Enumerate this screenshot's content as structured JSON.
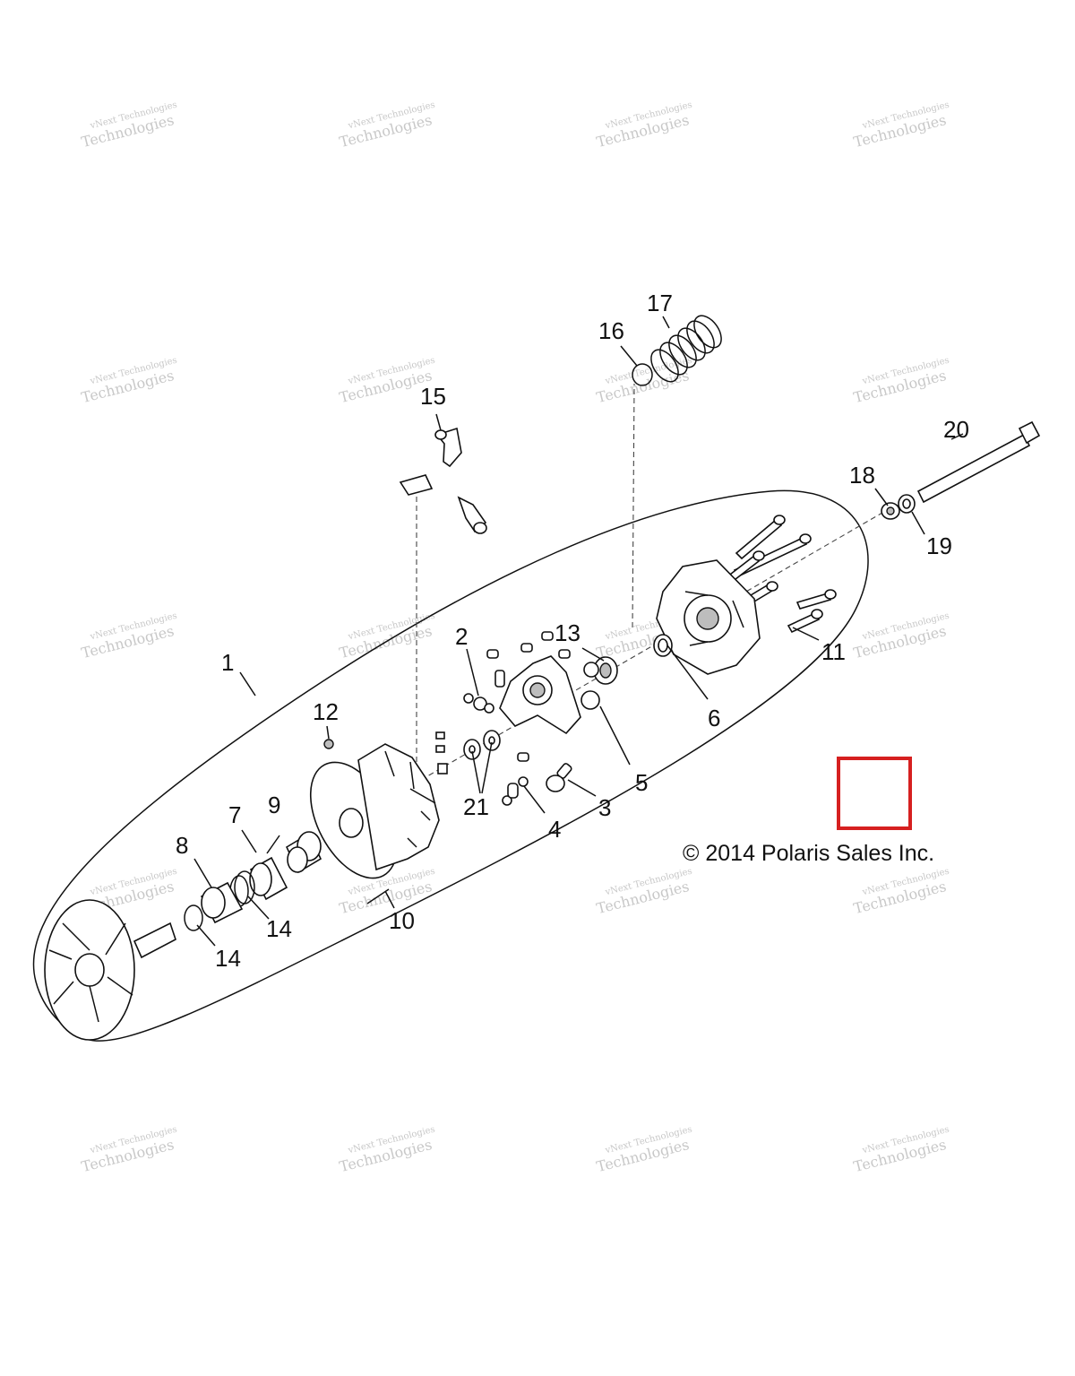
{
  "watermark": {
    "line1": "vNext Technologies",
    "line2": "Technologies"
  },
  "copyright": "© 2014 Polaris Sales Inc.",
  "callouts": {
    "c1": "1",
    "c2": "2",
    "c3": "3",
    "c4": "4",
    "c5": "5",
    "c6": "6",
    "c7": "7",
    "c8": "8",
    "c9": "9",
    "c10": "10",
    "c11": "11",
    "c12": "12",
    "c13": "13",
    "c14a": "14",
    "c14b": "14",
    "c15": "15",
    "c16": "16",
    "c17": "17",
    "c18": "18",
    "c19": "19",
    "c20": "20",
    "c21": "21"
  },
  "colors": {
    "highlight_box": "#d62020",
    "line": "#111111",
    "watermark": "#c8c8c8"
  }
}
